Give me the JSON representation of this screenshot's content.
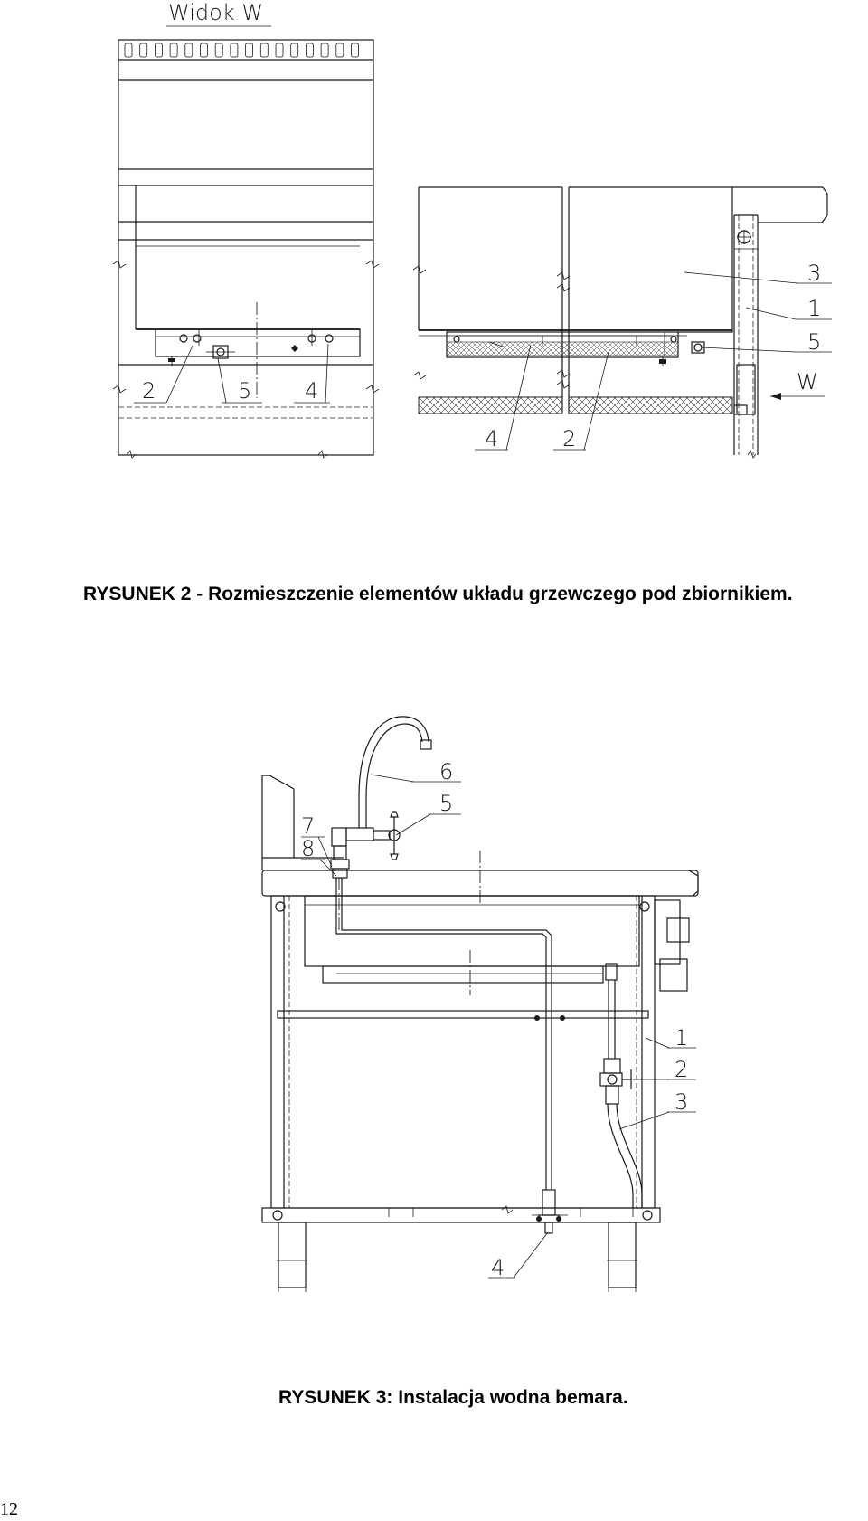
{
  "figure2": {
    "view_title": "Widok W",
    "view_arrow_label": "W",
    "left_callouts": [
      "2",
      "5",
      "4"
    ],
    "right_callouts_side": [
      "3",
      "1",
      "5"
    ],
    "right_callouts_bottom": [
      "4",
      "2"
    ],
    "caption": "RYSUNEK 2 - Rozmieszczenie elementów układu grzewczego pod zbiornikiem."
  },
  "figure3": {
    "callouts_top": [
      "6",
      "5",
      "7",
      "8"
    ],
    "callouts_side": [
      "1",
      "2",
      "3"
    ],
    "callout_bottom": "4",
    "caption": "RYSUNEK 3:  Instalacja wodna bemara."
  },
  "page": {
    "number": "12"
  }
}
